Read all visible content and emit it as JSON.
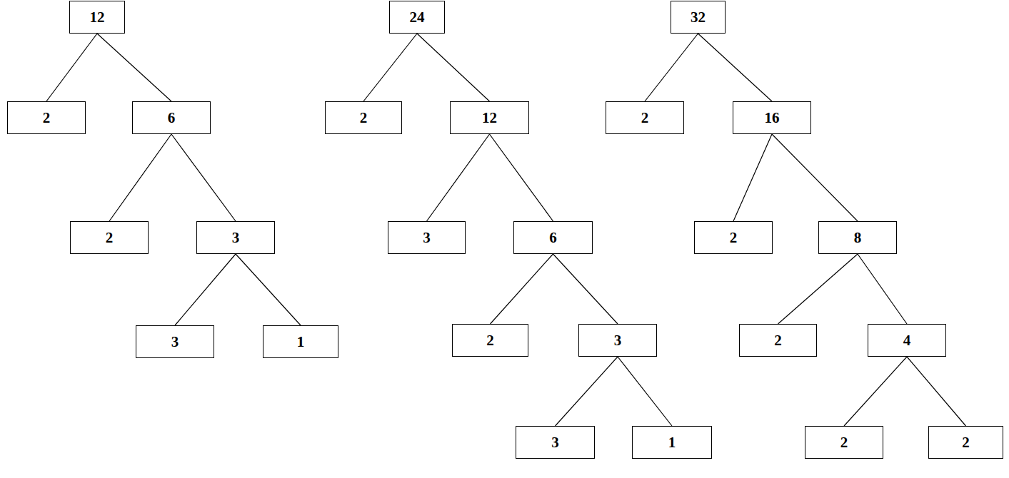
{
  "diagram": {
    "nodes": [
      {
        "text": [
          "12"
        ]
      },
      {
        "text": [
          "2"
        ]
      },
      {
        "text": [
          "6"
        ]
      },
      {
        "text": [
          "2"
        ]
      },
      {
        "text": [
          "3"
        ]
      },
      {
        "text": [
          "3"
        ]
      },
      {
        "text": [
          "1"
        ]
      },
      {
        "text": [
          "24"
        ]
      },
      {
        "text": [
          "2"
        ]
      },
      {
        "text": [
          "12"
        ]
      },
      {
        "text": [
          "3"
        ]
      },
      {
        "text": [
          "6"
        ]
      },
      {
        "text": [
          "2"
        ]
      },
      {
        "text": [
          "3"
        ]
      },
      {
        "text": [
          "3"
        ]
      },
      {
        "text": [
          "1"
        ]
      },
      {
        "text": [
          "32"
        ]
      },
      {
        "text": [
          "2"
        ]
      },
      {
        "text": [
          "16"
        ]
      },
      {
        "text": [
          "2"
        ]
      },
      {
        "text": [
          "8"
        ]
      },
      {
        "text": [
          "2"
        ]
      },
      {
        "text": [
          "4"
        ]
      },
      {
        "text": [
          "2"
        ]
      },
      {
        "text": [
          "2"
        ]
      }
    ],
    "edges": [
      {
        "from": 0,
        "to": 1,
        "arrow": "none"
      },
      {
        "from": 0,
        "to": 2,
        "arrow": "none"
      },
      {
        "from": 2,
        "to": 3,
        "arrow": "none"
      },
      {
        "from": 2,
        "to": 4,
        "arrow": "none"
      },
      {
        "from": 4,
        "to": 5,
        "arrow": "none"
      },
      {
        "from": 4,
        "to": 6,
        "arrow": "none"
      },
      {
        "from": 7,
        "to": 8,
        "arrow": "none"
      },
      {
        "from": 7,
        "to": 9,
        "arrow": "none"
      },
      {
        "from": 9,
        "to": 10,
        "arrow": "none"
      },
      {
        "from": 9,
        "to": 11,
        "arrow": "none"
      },
      {
        "from": 11,
        "to": 12,
        "arrow": "none"
      },
      {
        "from": 11,
        "to": 13,
        "arrow": "none"
      },
      {
        "from": 13,
        "to": 14,
        "arrow": "none"
      },
      {
        "from": 13,
        "to": 15,
        "arrow": "none"
      },
      {
        "from": 16,
        "to": 17,
        "arrow": "none"
      },
      {
        "from": 16,
        "to": 18,
        "arrow": "none"
      },
      {
        "from": 18,
        "to": 19,
        "arrow": "none"
      },
      {
        "from": 18,
        "to": 20,
        "arrow": "none"
      },
      {
        "from": 20,
        "to": 21,
        "arrow": "none"
      },
      {
        "from": 20,
        "to": 22,
        "arrow": "none"
      },
      {
        "from": 22,
        "to": 23,
        "arrow": "none"
      },
      {
        "from": 22,
        "to": 24,
        "arrow": "none"
      }
    ]
  }
}
